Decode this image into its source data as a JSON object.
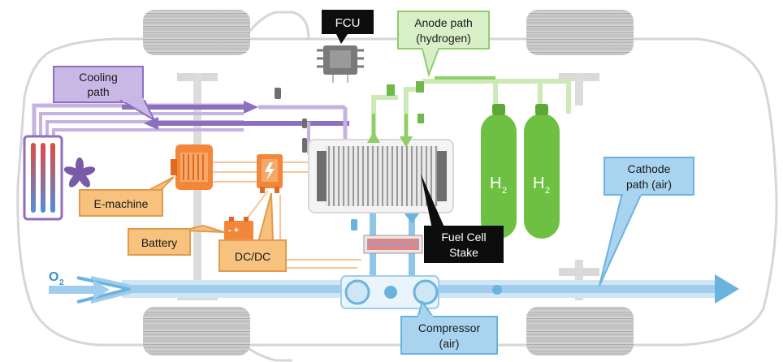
{
  "labels": {
    "fcu": "FCU",
    "anode_line1": "Anode path",
    "anode_line2": "(hydrogen)",
    "cooling_line1": "Cooling",
    "cooling_line2": "path",
    "emachine": "E-machine",
    "battery": "Battery",
    "dcdc": "DC/DC",
    "fuel_cell_line1": "Fuel Cell",
    "fuel_cell_line2": "Stake",
    "cathode_line1": "Cathode",
    "cathode_line2": "path (air)",
    "compressor_line1": "Compressor",
    "compressor_line2": "(air)",
    "h2_tank": "H",
    "h2_sub": "2",
    "o2": "O",
    "o2_sub": "2"
  },
  "colors": {
    "cooling": "#8e6fbf",
    "cooling_label": "#b49ad6",
    "anode": "#8fcf67",
    "tank": "#6ec043",
    "cathode": "#6ab3df",
    "orange": "#f2873a",
    "orange_label": "#f6c27e",
    "black_label": "#0d0d0d",
    "car_outline": "#d6d6d6",
    "wheel": "#c9c9c9"
  }
}
